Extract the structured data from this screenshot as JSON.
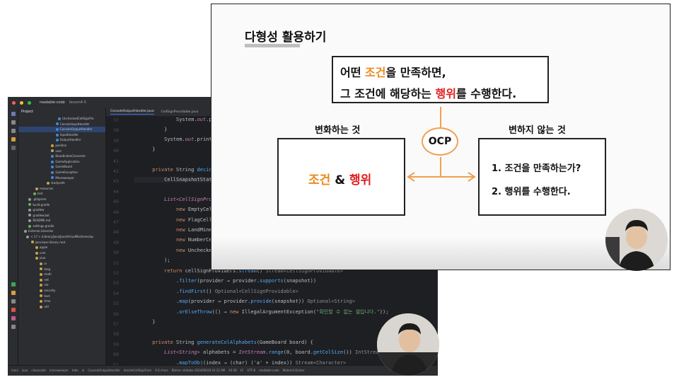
{
  "ide": {
    "project_name": "readable-code",
    "branch": "lesson4-5",
    "panel_title": "Project",
    "tabs": [
      {
        "label": "ConsoleOutputHandler.java",
        "active": true
      },
      {
        "label": "CellSignProvidable.java",
        "active": false
      },
      {
        "label": "...",
        "active": false
      }
    ],
    "tree": [
      "UncheckedCellSignPro",
      "ConsoleInputHandler",
      "ConsoleOutputHandler",
      "InputHandler",
      "OutputHandler",
      "position",
      "user",
      "BoardIndexConverter",
      "GameApplication",
      "GameBoard",
      "GameException",
      "Minesweeper",
      "studycafe",
      "resources",
      "test",
      ".gitignore",
      "build.gradle",
      "gradlew",
      "gradlew.bat",
      "README.md",
      "settings.gradle",
      "External Libraries",
      "< 17 > /Library/Java/JavaVirtualMachines/op",
      "java.base library root",
      "apple",
      "com",
      "java",
      "io",
      "lang",
      "math",
      "net",
      "nio",
      "security",
      "text",
      "time",
      "util"
    ],
    "line_numbers": [
      "37",
      "38",
      "39",
      "40",
      "41",
      "42",
      "43",
      "44",
      "45",
      "46",
      "47",
      "48",
      "49",
      "50",
      "51",
      "52",
      "53",
      "54",
      "55",
      "56",
      "57",
      "58",
      "59",
      "60",
      "61"
    ],
    "status": [
      "main",
      "java",
      "cleancode",
      "minesweeper",
      "tobe",
      "io",
      "ConsoleOutputHandler",
      "decideCellSignFrom",
      "9 &nbsp; 6 chars",
      "Blame: whitake 2024/09/28 10:15 AM",
      "43:38",
      "LF",
      "UTF-8",
      "readable-code",
      "Material Darker"
    ]
  },
  "slide": {
    "title": "다형성 활용하기",
    "statement_line1": [
      "어떤 ",
      "조건",
      "을 만족하면,"
    ],
    "statement_line2": [
      "그 조건에 해당하는 ",
      "행위",
      "를 수행한다."
    ],
    "left_label": "변화하는 것",
    "right_label": "변하지 않는 것",
    "center_label": "OCP",
    "left_box": [
      "조건",
      " & ",
      "행위"
    ],
    "right_box": [
      "1. 조건을 만족하는가?",
      "2. 행위를 수행한다."
    ],
    "colors": {
      "orange": "#e98a1d",
      "red": "#e02020",
      "ocp_ring": "#f0a050",
      "arrow": "#f0a050"
    }
  },
  "webcams": {
    "icon": "person-video-icon"
  }
}
